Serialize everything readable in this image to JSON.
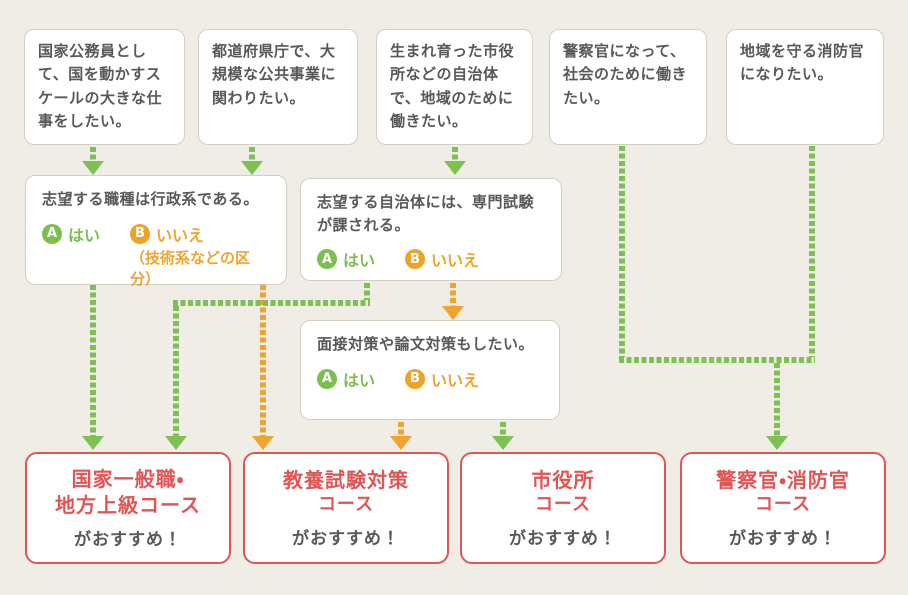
{
  "colors": {
    "background": "#EFEDE6",
    "panel_bg": "#FFFFFF",
    "panel_border": "#D5CFC2",
    "text_gray": "#595757",
    "green": "#7DC152",
    "orange": "#EEA42F",
    "red": "#E25555"
  },
  "statements": [
    {
      "text": "国家公務員として、国を動かすスケールの大きな仕事をしたい。"
    },
    {
      "text": "都道府県庁で、大規模な公共事業に関わりたい。"
    },
    {
      "text": "生まれ育った市役所などの自治体で、地域のために働きたい。"
    },
    {
      "text": "警察官になって、社会のために働きたい。"
    },
    {
      "text": "地域を守る消防官になりたい。"
    }
  ],
  "questions": [
    {
      "text": "志望する職種は行政系である。",
      "option_a": {
        "badge": "A",
        "label": "はい"
      },
      "option_b": {
        "badge": "B",
        "label": "いいえ",
        "note": "（技術系などの区分）"
      }
    },
    {
      "text": "志望する自治体には、専門試験が課される。",
      "option_a": {
        "badge": "A",
        "label": "はい"
      },
      "option_b": {
        "badge": "B",
        "label": "いいえ"
      }
    },
    {
      "text": "面接対策や論文対策もしたい。",
      "option_a": {
        "badge": "A",
        "label": "はい"
      },
      "option_b": {
        "badge": "B",
        "label": "いいえ"
      }
    }
  ],
  "results": [
    {
      "course_line1": "国家一般職・",
      "course_line2": "地方上級コース",
      "suffix": "がおすすめ！"
    },
    {
      "course_line1": "教養試験対策",
      "course_line2": "コース",
      "suffix": "がおすすめ！"
    },
    {
      "course_line1": "市役所",
      "course_line2": "コース",
      "suffix": "がおすすめ！"
    },
    {
      "course_line1": "警察官・消防官",
      "course_line2": "コース",
      "suffix": "がおすすめ！"
    }
  ]
}
